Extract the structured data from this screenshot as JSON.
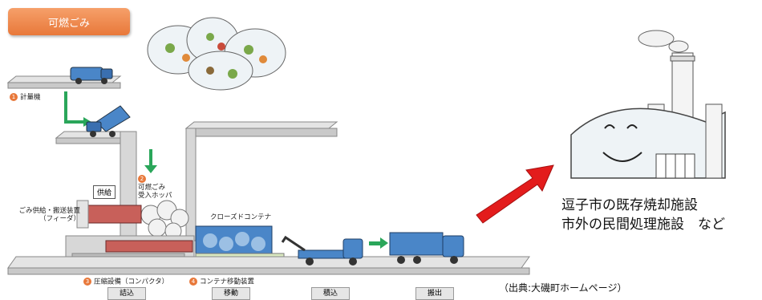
{
  "title": "可燃ごみ",
  "labels": {
    "scale": "計量機",
    "hopper_line1": "可燃ごみ",
    "hopper_line2": "受入ホッパ",
    "supply": "供給",
    "feeder_line1": "ごみ供給・搬送装置",
    "feeder_line2": "（フィーダ）",
    "closed_container": "クローズドコンテナ",
    "compactor": "圧縮設備（コンパクタ）",
    "container_mover": "コンテナ移動装置"
  },
  "step_numbers": {
    "scale": "1",
    "hopper": "2",
    "compactor": "3",
    "mover": "4"
  },
  "steps": [
    "詰込",
    "移動",
    "積込",
    "搬出"
  ],
  "destination": {
    "line1": "逗子市の既存焼却施設",
    "line2": "市外の民間処理施設　など"
  },
  "source": "（出典:大磯町ホームページ）",
  "colors": {
    "orange": "#e8783a",
    "green": "#2aa65a",
    "red_arrow": "#e31c1c",
    "truck_blue": "#4a86c8",
    "structure_gray": "#d7d7d7"
  }
}
